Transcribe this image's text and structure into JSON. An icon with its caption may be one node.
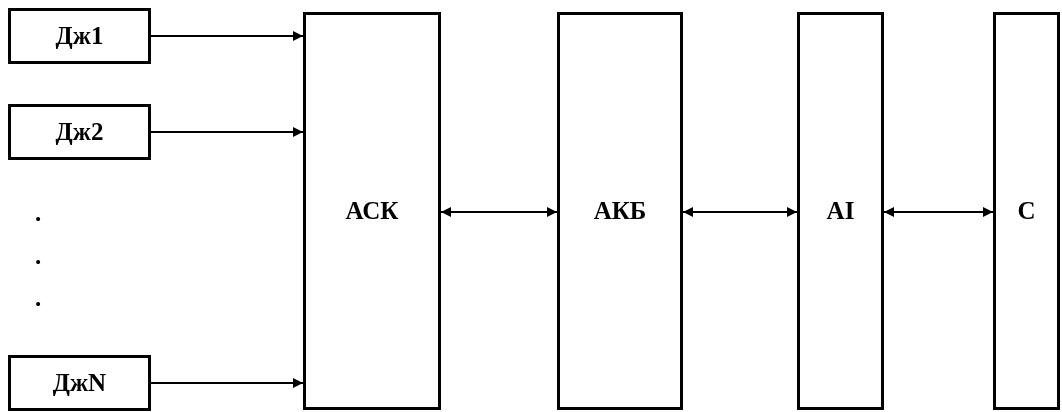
{
  "diagram": {
    "nodes": [
      {
        "text": [
          "Дж1"
        ]
      },
      {
        "text": [
          "Дж2"
        ]
      },
      {
        "text": [
          "ДжN"
        ]
      },
      {
        "text": [
          "АСК"
        ]
      },
      {
        "text": [
          "АКБ"
        ]
      },
      {
        "text": [
          "AI"
        ]
      },
      {
        "text": [
          "C"
        ]
      }
    ],
    "edges": [
      {
        "from": 0,
        "to": 3,
        "arrow": "to"
      },
      {
        "from": 1,
        "to": 3,
        "arrow": "to"
      },
      {
        "from": 2,
        "to": 3,
        "arrow": "to"
      },
      {
        "from": 3,
        "to": 4,
        "arrow": "both"
      },
      {
        "from": 4,
        "to": 5,
        "arrow": "both"
      },
      {
        "from": 5,
        "to": 6,
        "arrow": "both"
      }
    ],
    "labels": [
      ".",
      ".",
      "."
    ]
  }
}
